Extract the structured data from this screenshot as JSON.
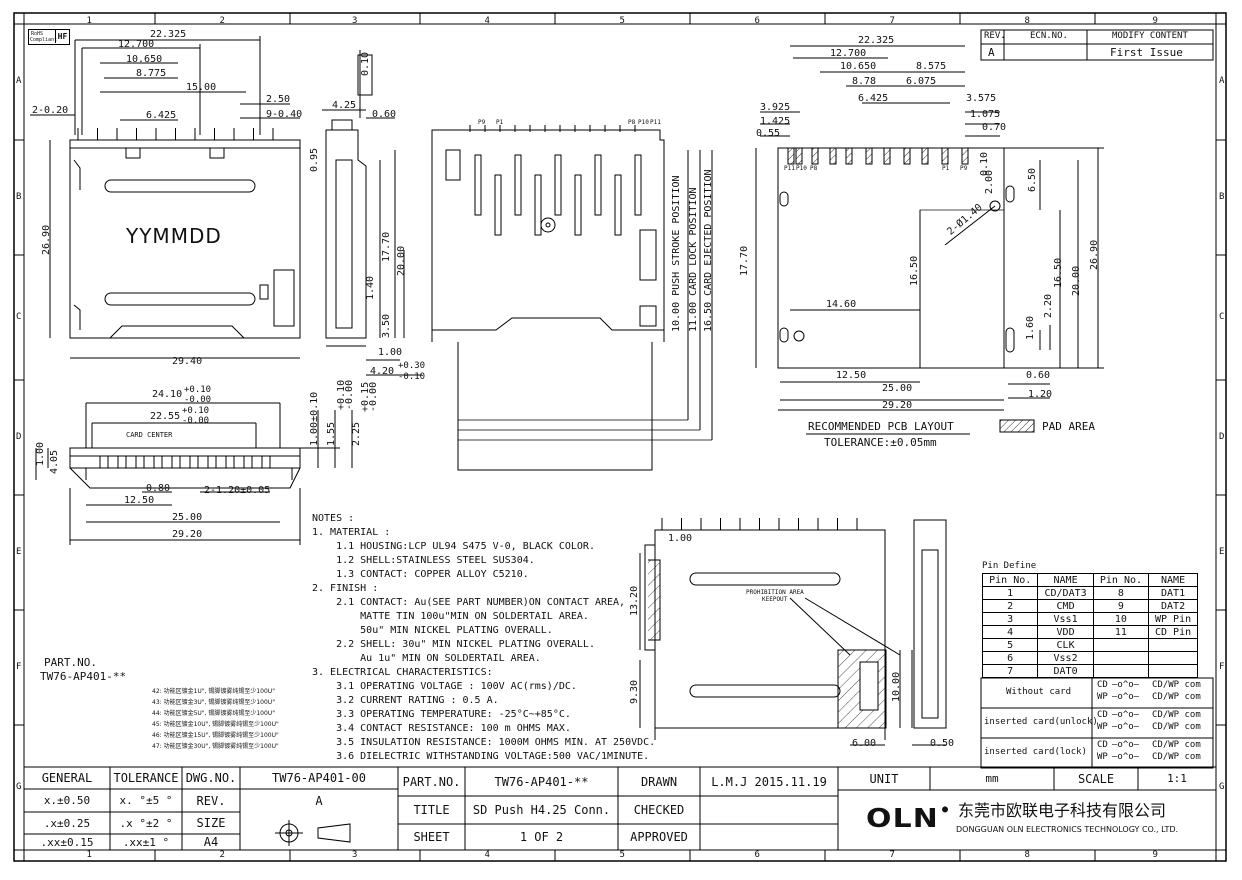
{
  "grid": {
    "cols": [
      "1",
      "2",
      "3",
      "4",
      "5",
      "6",
      "7",
      "8",
      "9"
    ],
    "rows": [
      "A",
      "B",
      "C",
      "D",
      "E",
      "F",
      "G"
    ]
  },
  "rohs": {
    "line1": "RoHS",
    "line2": "Compliant",
    "hf": "HF"
  },
  "revision": {
    "headers": [
      "REV.",
      "ECN.NO.",
      "MODIFY CONTENT"
    ],
    "rows": [
      [
        "A",
        "",
        "First Issue"
      ]
    ]
  },
  "front_view": {
    "dims": [
      "22.325",
      "12.700",
      "10.650",
      "8.775",
      "15.00",
      "2-0.20",
      "6.425",
      "2.50",
      "9-0.40",
      "26.90",
      "29.40"
    ],
    "marking": "YYMMDD"
  },
  "side_view": {
    "dims": [
      "0.10",
      "4.25",
      "0.60",
      "0.95",
      "17.70",
      "20.00",
      "1.40",
      "3.50",
      "1.00",
      "4.20",
      "+0.30",
      "-0.10"
    ]
  },
  "top_view": {
    "pins": [
      "P9",
      "P1",
      "P8",
      "P10",
      "P11"
    ],
    "positions": [
      "10.00 PUSH STROKE POSITION",
      "11.00 CARD LOCK POSITION",
      "16.50 CARD EJECTED POSITION"
    ]
  },
  "bottom_view": {
    "dims": [
      "24.10",
      "+0.10",
      "-0.00",
      "22.55",
      "+0.10",
      "-0.00",
      "1.00",
      "4.05",
      "0.80",
      "2-1.20±0.05",
      "12.50",
      "25.00",
      "29.20",
      "1.00±0.10",
      "1.55",
      "+0.10",
      "-0.00",
      "2.25",
      "+0.15",
      "-0.00"
    ],
    "card_center": "CARD CENTER"
  },
  "pcb_layout": {
    "dims": [
      "22.325",
      "12.700",
      "10.650",
      "8.575",
      "8.78",
      "6.075",
      "6.425",
      "3.925",
      "3.575",
      "1.425",
      "1.075",
      "0.55",
      "0.70",
      "0.10",
      "2.00",
      "6.50",
      "2-Ø1.40",
      "17.70",
      "16.50",
      "14.60",
      "16.50",
      "20.00",
      "26.90",
      "1.60",
      "2.20",
      "12.50",
      "0.60",
      "25.00",
      "1.20",
      "29.20"
    ],
    "pins": [
      "P11",
      "P10",
      "P8",
      "P1",
      "P9"
    ],
    "title": "RECOMMENDED PCB LAYOUT",
    "tolerance": "TOLERANCE:±0.05mm",
    "pad_area": "PAD AREA"
  },
  "notes": {
    "title": "NOTES :",
    "lines": [
      "1. MATERIAL :",
      "    1.1 HOUSING:LCP UL94 S475 V-0, BLACK COLOR.",
      "    1.2 SHELL:STAINLESS STEEL SUS304.",
      "    1.3 CONTACT: COPPER ALLOY C5210.",
      "2. FINISH :",
      "    2.1 CONTACT: Au(SEE PART NUMBER)ON CONTACT AREA,",
      "        MATTE TIN 100u\"MIN ON SOLDERTAIL AREA.",
      "        50u\" MIN NICKEL PLATING OVERALL.",
      "    2.2 SHELL: 30u\" MIN NICKEL PLATING OVERALL.",
      "        Au 1u\" MIN ON SOLDERTAIL AREA.",
      "3. ELECTRICAL CHARACTERISTICS:",
      "    3.1 OPERATING VOLTAGE : 100V AC(rms)/DC.",
      "    3.2 CURRENT RATING : 0.5 A.",
      "    3.3 OPERATING TEMPERATURE: -25°C~+85°C.",
      "    3.4 CONTACT RESISTANCE: 100 m OHMS MAX.",
      "    3.5 INSULATION RESISTANCE: 1000M OHMS MIN. AT 250VDC.",
      "    3.6 DIELECTRIC WITHSTANDING VOLTAGE:500 VAC/1MINUTE."
    ]
  },
  "part_number": {
    "label": "PART.NO.",
    "value": "TW76-AP401-**",
    "options": [
      "42: 功能区镀金1U\", 锡脚镀雾纯锡至少100U\"",
      "43: 功能区镀金3U\", 锡脚镀雾纯锡至少100U\"",
      "44: 功能区镀金5U\", 锡脚镀雾纯锡至少100U\"",
      "45: 功能区镀金10U\", 锡脚镀雾纯锡至少100U\"",
      "46: 功能区镀金15U\", 锡脚镀雾纯锡至少100U\"",
      "47: 功能区镀金30U\", 锡脚镀雾纯锡至少100U\""
    ]
  },
  "detail_view": {
    "dims": [
      "1.00",
      "13.20",
      "9.30",
      "10.00",
      "6.00",
      "0.50"
    ],
    "prohibition": "PROHIBITION AREA",
    "keepout": "KEEPOUT"
  },
  "pin_define": {
    "title": "Pin Define",
    "headers": [
      "Pin No.",
      "NAME",
      "Pin No.",
      "NAME"
    ],
    "rows": [
      [
        "1",
        "CD/DAT3",
        "8",
        "DAT1"
      ],
      [
        "2",
        "CMD",
        "9",
        "DAT2"
      ],
      [
        "3",
        "Vss1",
        "10",
        "WP Pin"
      ],
      [
        "4",
        "VDD",
        "11",
        "CD Pin"
      ],
      [
        "5",
        "CLK",
        "",
        ""
      ],
      [
        "6",
        "Vss2",
        "",
        ""
      ],
      [
        "7",
        "DAT0",
        "",
        ""
      ]
    ],
    "states": [
      {
        "label": "Without card",
        "cd": "CD",
        "cd_to": "CD/WP com",
        "wp": "WP",
        "wp_to": "CD/WP com"
      },
      {
        "label": "inserted card(unlock)",
        "cd": "CD",
        "cd_to": "CD/WP com",
        "wp": "WP",
        "wp_to": "CD/WP com"
      },
      {
        "label": "inserted card(lock)",
        "cd": "CD",
        "cd_to": "CD/WP com",
        "wp": "WP",
        "wp_to": "CD/WP com"
      }
    ]
  },
  "title_block": {
    "general": "GENERAL",
    "tolerance": "TOLERANCE",
    "dwg_no_label": "DWG.NO.",
    "dwg_no": "TW76-AP401-00",
    "tol_rows": [
      [
        "x.±0.50",
        "x. °±5 °"
      ],
      [
        ".x±0.25",
        ".x °±2 °"
      ],
      [
        ".xx±0.15",
        ".xx±1 °"
      ]
    ],
    "rev_label": "REV.",
    "rev": "A",
    "size_label": "SIZE",
    "size": "A4",
    "part_no_label": "PART.NO.",
    "part_no": "TW76-AP401-**",
    "title_label": "TITLE",
    "title": "SD Push H4.25 Conn.",
    "sheet_label": "SHEET",
    "sheet": "1 OF 2",
    "drawn_label": "DRAWN",
    "drawn": "L.M.J 2015.11.19",
    "checked_label": "CHECKED",
    "approved_label": "APPROVED",
    "unit_label": "UNIT",
    "unit": "mm",
    "scale_label": "SCALE",
    "scale": "1:1",
    "company_logo": "OLN",
    "company_cn": "东莞市欧联电子科技有限公司",
    "company_en": "DONGGUAN OLN ELECTRONICS TECHNOLOGY CO., LTD."
  }
}
